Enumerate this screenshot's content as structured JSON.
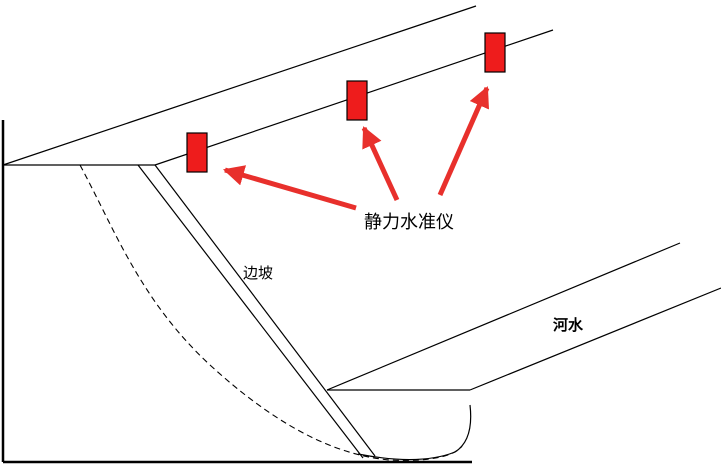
{
  "labels": {
    "instrument": "静力水准仪",
    "slope": "边坡",
    "river": "河水"
  },
  "sensor_count": 3,
  "colors": {
    "sensor_fill": "#ee1c1c",
    "arrow": "#e8302c",
    "line": "#000000"
  }
}
